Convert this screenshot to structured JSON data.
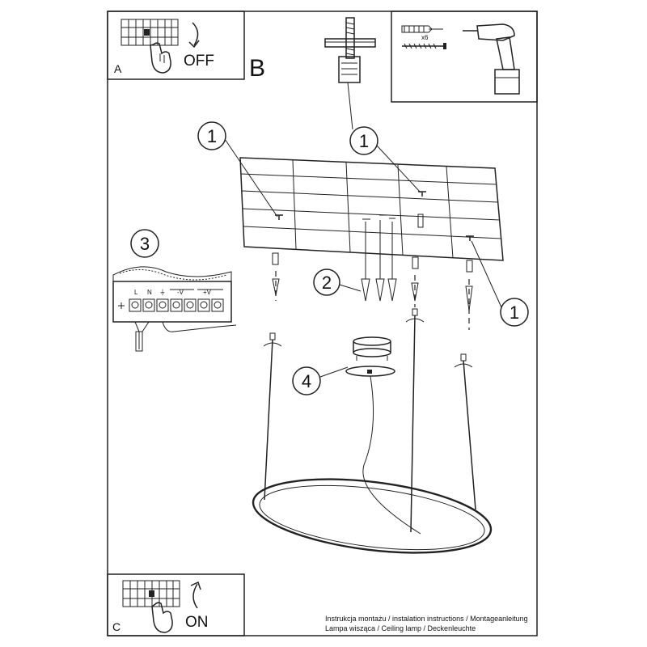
{
  "panels": {
    "a": {
      "letter": "A",
      "switch_text": "OFF"
    },
    "b": {
      "letter": "B"
    },
    "c": {
      "letter": "C",
      "switch_text": "ON"
    }
  },
  "callouts": {
    "screw_top_left": "1",
    "screw_top_right": "1",
    "screw_bottom_right": "1",
    "anchors": "2",
    "terminal_block": "3",
    "canopy": "4"
  },
  "terminal_block": {
    "labels": [
      "L",
      "N",
      "⏚",
      "-V",
      "+V"
    ]
  },
  "tools": {
    "quantity_label": "x6"
  },
  "footer": {
    "line1": "Instrukcja montażu / instalation instructions / Montageanleitung",
    "line2": "Lampa wisząca / Ceiling lamp / Deckenleuchte"
  }
}
